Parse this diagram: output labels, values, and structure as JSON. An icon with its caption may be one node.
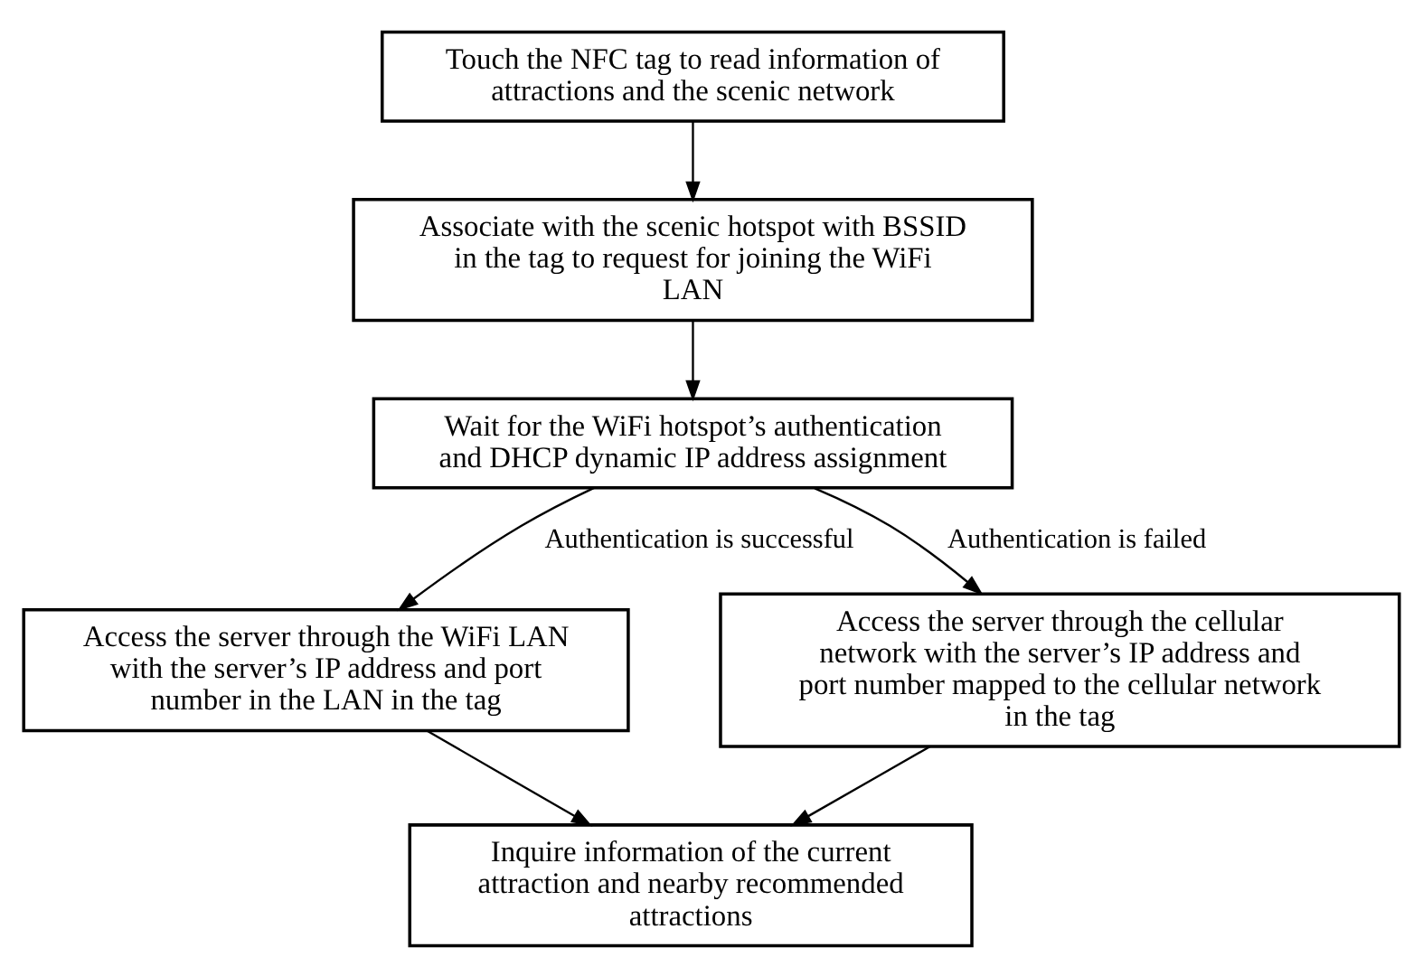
{
  "diagram": {
    "nodes": [
      {
        "text": [
          "Touch the NFC tag to read information of attractions and the scenic network"
        ]
      },
      {
        "text": [
          "Associate with the scenic hotspot with BSSID in the tag to request for joining the WiFi LAN"
        ]
      },
      {
        "text": [
          "Wait for the WiFi hotspot’s authentication and DHCP dynamic IP address assignment"
        ]
      },
      {
        "text": [
          "Access the server through the WiFi LAN with the server’s IP address and port number in the LAN in the tag"
        ]
      },
      {
        "text": [
          "Access the server through the cellular network with the server’s IP address and port number mapped to the cellular network in the tag"
        ]
      },
      {
        "text": [
          "Inquire information of the current attraction and nearby recommended attractions"
        ]
      }
    ],
    "edges": [
      {
        "from": 0,
        "to": 1,
        "arrow": "to"
      },
      {
        "from": 1,
        "to": 2,
        "arrow": "to"
      },
      {
        "from": 2,
        "to": 3,
        "arrow": "to",
        "label": "Authentication is successful"
      },
      {
        "from": 2,
        "to": 4,
        "arrow": "to",
        "label": "Authentication is failed"
      },
      {
        "from": 3,
        "to": 5,
        "arrow": "to"
      },
      {
        "from": 4,
        "to": 5,
        "arrow": "to"
      }
    ]
  }
}
